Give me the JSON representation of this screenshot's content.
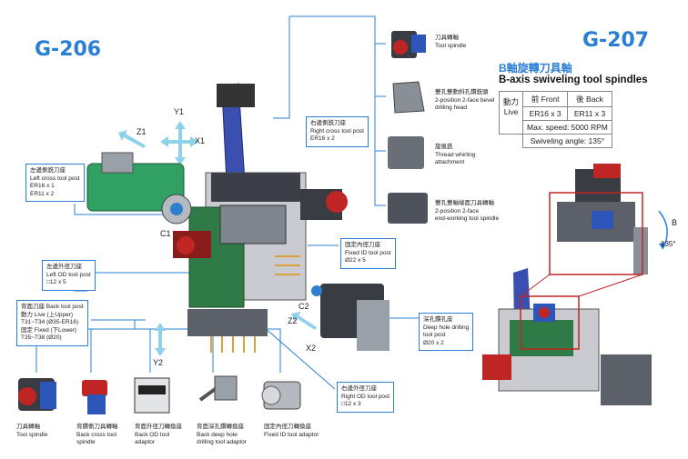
{
  "models": {
    "left": "G-206",
    "right": "G-207"
  },
  "axes": {
    "y1": "Y1",
    "z1": "Z1",
    "x1": "X1",
    "c1": "C1",
    "c2": "C2",
    "z2": "Z2",
    "x2": "X2",
    "y2": "Y2",
    "b": "B",
    "angle": "135°"
  },
  "callouts": {
    "left_cross": [
      "左邊側銑刀座",
      "Left cross tool post",
      "ER16 x 1",
      "ER11 x 2"
    ],
    "right_cross": [
      "右邊側銑刀座",
      "Right cross tool post",
      "ER16 x 2"
    ],
    "left_od": [
      "左邊外徑刀座",
      "Left OD tool post",
      "□12 x 5"
    ],
    "fixed_id": [
      "固定內徑刀座",
      "Fixed ID tool post",
      "Ø22 x 5"
    ],
    "back_post": [
      "背面刀座  Back tool post",
      "動力  Live (上Upper)",
      "T31~T34 (Ø35-ER16)",
      "固定  Fixed (下Lower)",
      "T35~T38 (Ø20)"
    ],
    "deep_hole": [
      "深孔鑽孔座",
      "Deep hole drilling",
      "tool post",
      "Ø20 x 2"
    ],
    "right_od": [
      "右邊外徑刀座",
      "Right OD tool post",
      "□12 x 3"
    ]
  },
  "attachments": [
    [
      "刀具轉軸",
      "Tool spindle"
    ],
    [
      "雙孔雙動斜孔鑽銑頭",
      "2-position 2-face bevel",
      "drilling head"
    ],
    [
      "旋風銑",
      "Thread whirling",
      "attachment"
    ],
    [
      "雙孔雙軸端面刀具轉軸",
      "2-position 2-face",
      "end-working tool spindle"
    ]
  ],
  "bottom_items": [
    [
      "刀具轉軸",
      "Tool spindle"
    ],
    [
      "背鑽側刀具轉軸",
      "Back cross tool",
      "spindle"
    ],
    [
      "背面外徑刀轉換座",
      "Back OD tool",
      "adaptor"
    ],
    [
      "背面深孔鑽轉換座",
      "Back deep hole",
      "drilling tool adaptor"
    ],
    [
      "固定內徑刀轉換座",
      "Fixed ID tool adaptor"
    ]
  ],
  "g207": {
    "title_zh": "B軸旋轉刀具軸",
    "title_en": "B-axis swiveling tool spindles",
    "row_label": [
      "動力",
      "Live"
    ],
    "col_front": "前 Front",
    "col_back": "後 Back",
    "val_front": "ER16 x 3",
    "val_back": "ER11 x 3",
    "speed": "Max. speed: 5000 RPM",
    "swivel": "Swiveling angle: 135°"
  }
}
